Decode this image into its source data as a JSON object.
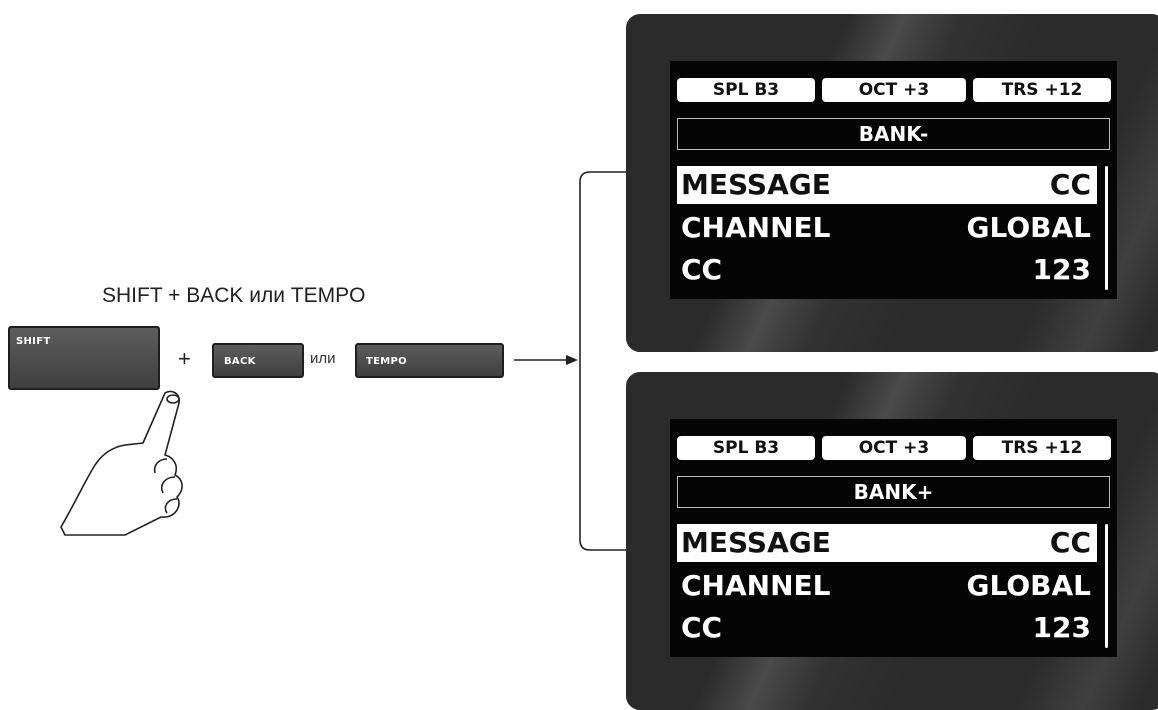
{
  "caption": "SHIFT + BACK или TEMPO",
  "keys": {
    "shift": "SHIFT",
    "back": "BACK",
    "tempo": "TEMPO",
    "plus": "+",
    "or": "или"
  },
  "screens": [
    {
      "tabs": [
        "SPL  B3",
        "OCT +3",
        "TRS +12"
      ],
      "bank": "BANK-",
      "rows": [
        {
          "label": "MESSAGE",
          "value": "CC"
        },
        {
          "label": "CHANNEL",
          "value": "GLOBAL"
        },
        {
          "label": "CC",
          "value": "123"
        }
      ]
    },
    {
      "tabs": [
        "SPL  B3",
        "OCT +3",
        "TRS +12"
      ],
      "bank": "BANK+",
      "rows": [
        {
          "label": "MESSAGE",
          "value": "CC"
        },
        {
          "label": "CHANNEL",
          "value": "GLOBAL"
        },
        {
          "label": "CC",
          "value": "123"
        }
      ]
    }
  ]
}
